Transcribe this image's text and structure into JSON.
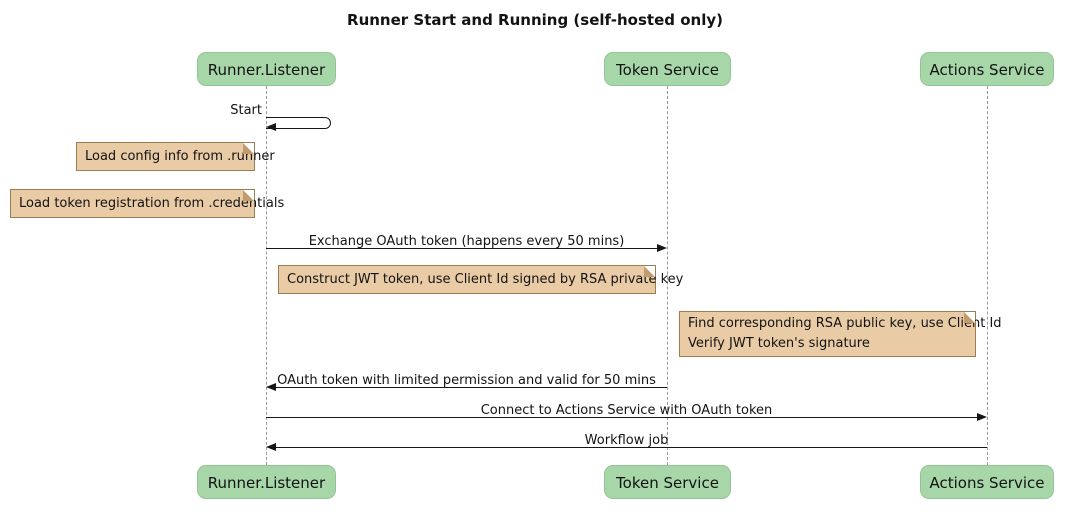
{
  "title": "Runner Start and Running (self-hosted only)",
  "participants": [
    {
      "label": "Runner.Listener"
    },
    {
      "label": "Token Service"
    },
    {
      "label": "Actions Service"
    }
  ],
  "messages": {
    "start": "Start",
    "exchange": "Exchange OAuth token (happens every 50 mins)",
    "oauth_return": "OAuth token with limited permission and valid for 50 mins",
    "connect": "Connect to Actions Service with OAuth token",
    "workflow": "Workflow job"
  },
  "notes": {
    "load_config": "Load config info from .runner",
    "load_token": "Load token registration from .credentials",
    "construct_jwt": "Construct JWT token, use Client Id signed by RSA private key",
    "verify_line1": "Find corresponding RSA public key, use Client Id",
    "verify_line2": "Verify JWT token's signature"
  },
  "colors": {
    "participant_fill": "#a7d7a9",
    "participant_border": "#92c595",
    "note_fill": "#e9cba6",
    "note_border": "#9a7d50",
    "message_line": "#161616",
    "lifeline": "#9a9a9a"
  }
}
